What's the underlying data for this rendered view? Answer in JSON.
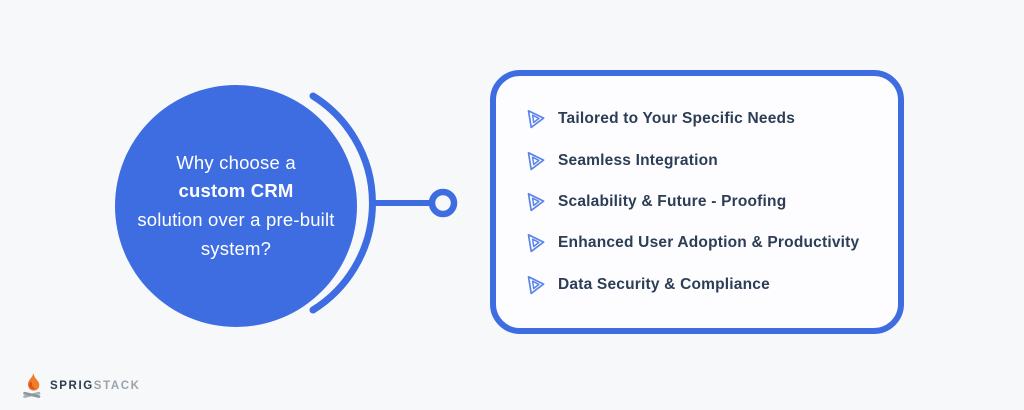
{
  "theme": {
    "page_bg": "#F7F8FA",
    "accent": "#3E6DE2",
    "box_bg": "#FDFDFF",
    "text_dark": "#2C3E55",
    "circle_text": "#FFFFFF",
    "logo_dark": "#2B3B4E",
    "logo_light": "#9AA4AD",
    "flame_orange": "#EE7E2A",
    "flame_red": "#D8541F",
    "log_gray": "#8C949C"
  },
  "question": {
    "text_before": "Why choose a",
    "text_bold": "custom CRM",
    "text_after": "solution over a pre-built system?"
  },
  "benefits": {
    "items": [
      {
        "icon": "arrow-right-icon",
        "label": "Tailored to Your Specific Needs"
      },
      {
        "icon": "arrow-right-icon",
        "label": "Seamless Integration"
      },
      {
        "icon": "arrow-right-icon",
        "label": "Scalability & Future - Proofing"
      },
      {
        "icon": "arrow-right-icon",
        "label": "Enhanced User Adoption & Productivity"
      },
      {
        "icon": "arrow-right-icon",
        "label": "Data Security & Compliance"
      }
    ]
  },
  "logo": {
    "icon": "campfire-icon",
    "part_bold": "SPRIG",
    "part_light": "STACK"
  }
}
